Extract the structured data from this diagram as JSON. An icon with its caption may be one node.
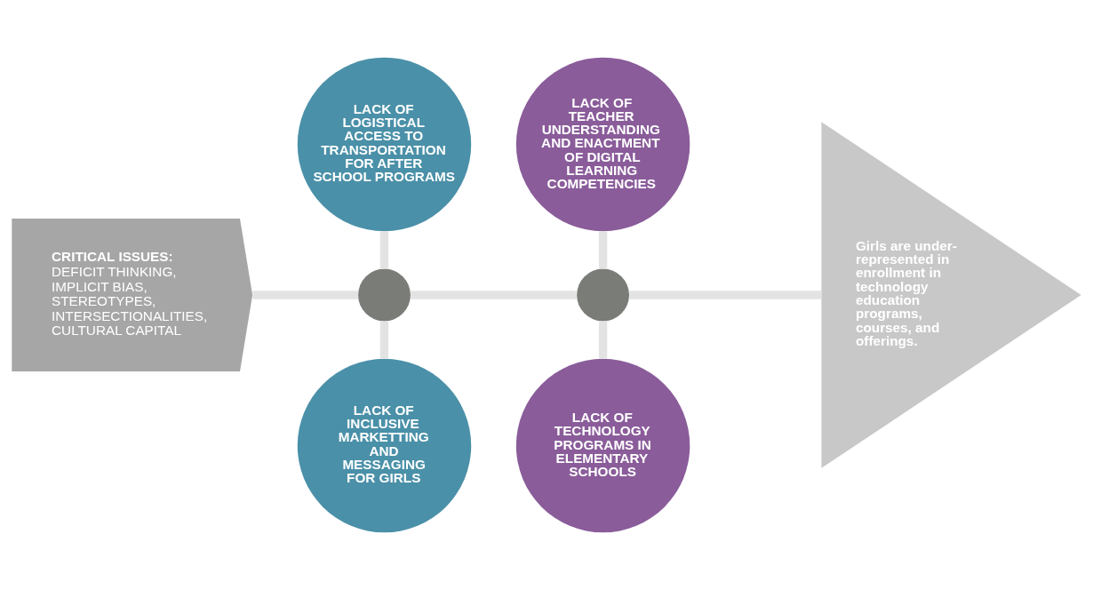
{
  "diagram": {
    "nodes": [
      {
        "text": [
          "CRITICAL ISSUES:",
          "DEFICIT THINKING, IMPLICIT BIAS, STEREOTYPES, INTERSECTIONALITIES, CULTURAL CAPITAL"
        ]
      },
      {
        "text": [
          "LACK OF LOGISTICAL ACCESS TO TRANSPORTATION FOR AFTER SCHOOL PROGRAMS"
        ]
      },
      {
        "text": [],
        "shape": "circle"
      },
      {
        "text": [
          "LACK OF INCLUSIVE MARKETTING AND MESSAGING FOR GIRLS"
        ]
      },
      {
        "text": [
          "LACK OF TEACHER UNDERSTANDING AND ENACTMENT OF DIGITAL LEARNING COMPETENCIES"
        ]
      },
      {
        "text": [],
        "shape": "circle"
      },
      {
        "text": [
          "LACK OF TECHNOLOGY PROGRAMS IN ELEMENTARY SCHOOLS"
        ]
      },
      {
        "text": [
          "Girls are under-represented in enrollment in technology education programs, courses, and offerings."
        ]
      }
    ],
    "edges": [
      {
        "from": 0,
        "to": 2,
        "arrow": "none"
      },
      {
        "from": 1,
        "to": 2,
        "arrow": "none"
      },
      {
        "from": 3,
        "to": 2,
        "arrow": "none"
      },
      {
        "from": 2,
        "to": 5,
        "arrow": "none"
      },
      {
        "from": 4,
        "to": 5,
        "arrow": "none"
      },
      {
        "from": 6,
        "to": 5,
        "arrow": "none"
      },
      {
        "from": 5,
        "to": 7,
        "arrow": "none"
      }
    ]
  }
}
